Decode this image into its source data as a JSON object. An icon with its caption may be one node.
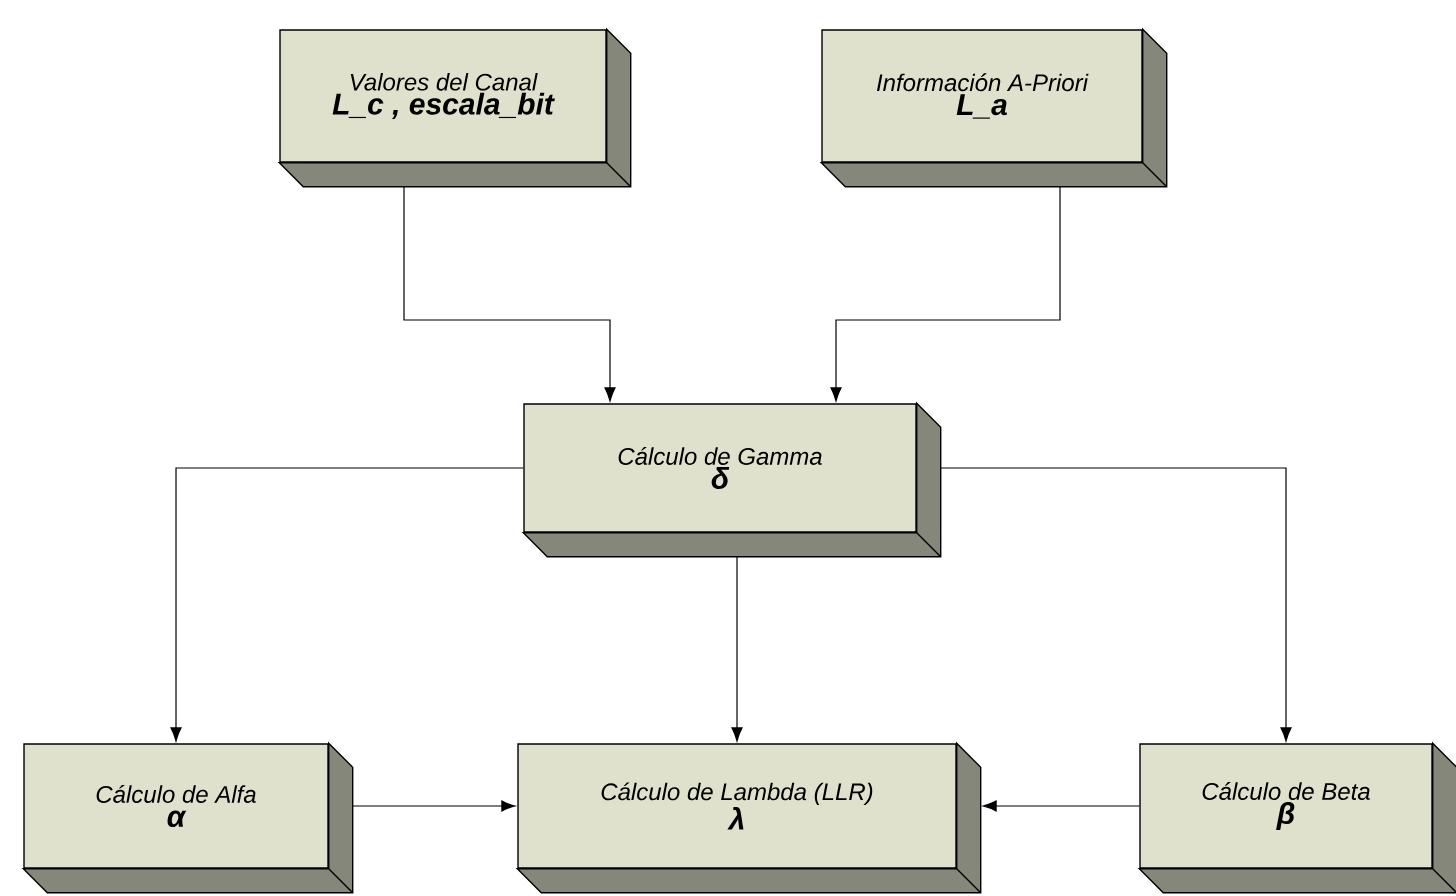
{
  "diagram": {
    "nodes": [
      {
        "text": [
          "Valores del Canal",
          "L_c , escala_bit"
        ]
      },
      {
        "text": [
          "Información A-Priori",
          "L_a"
        ]
      },
      {
        "text": [
          "Cálculo de Gamma",
          "δ"
        ]
      },
      {
        "text": [
          "Cálculo de Alfa",
          "α"
        ]
      },
      {
        "text": [
          "Cálculo de Lambda (LLR)",
          "λ"
        ]
      },
      {
        "text": [
          "Cálculo de Beta",
          "β"
        ]
      }
    ],
    "edges": [
      {
        "from": 0,
        "to": 2,
        "arrow": "to"
      },
      {
        "from": 1,
        "to": 2,
        "arrow": "to"
      },
      {
        "from": 2,
        "to": 3,
        "arrow": "to"
      },
      {
        "from": 2,
        "to": 4,
        "arrow": "to"
      },
      {
        "from": 2,
        "to": 5,
        "arrow": "to"
      },
      {
        "from": 3,
        "to": 4,
        "arrow": "to"
      },
      {
        "from": 5,
        "to": 4,
        "arrow": "to"
      }
    ]
  }
}
